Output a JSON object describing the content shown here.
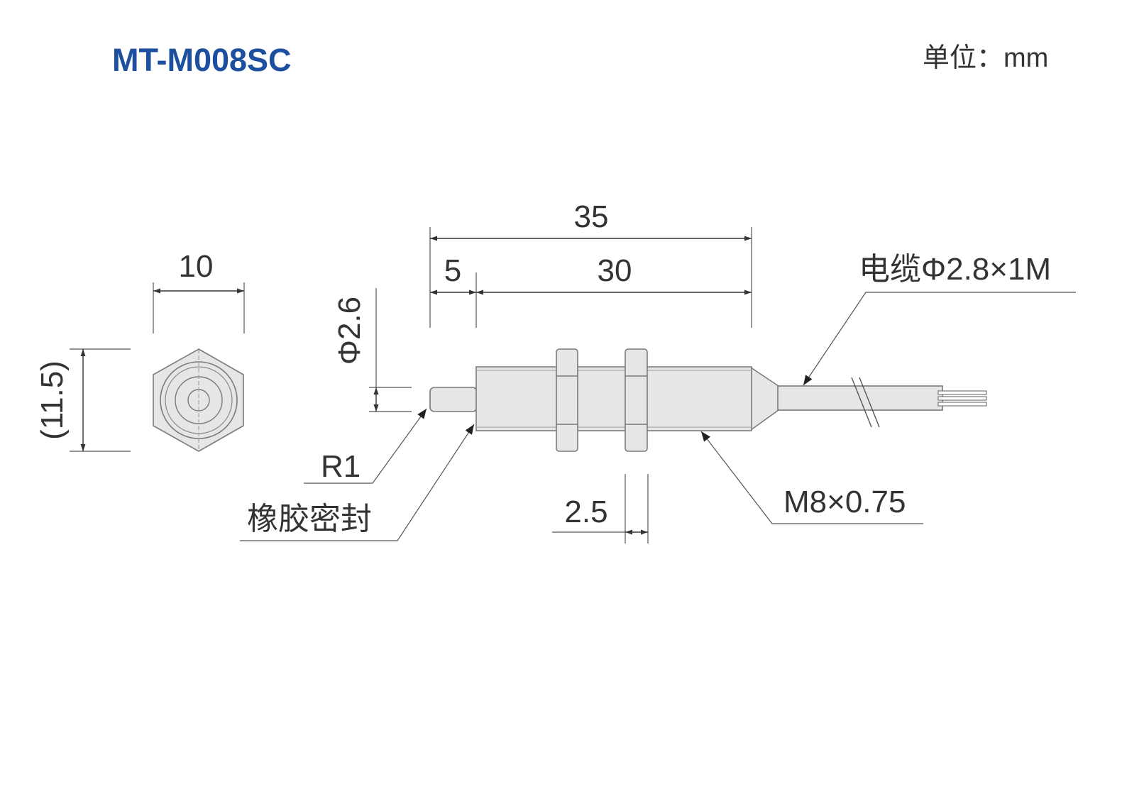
{
  "header": {
    "title": "MT-M008SC",
    "unit_label": "单位：mm",
    "title_color": "#1c4f9f"
  },
  "front_view": {
    "width_label": "10",
    "height_label": "(11.5)"
  },
  "side_view": {
    "total_length_label": "35",
    "tip_length_label": "5",
    "body_length_label": "30",
    "tip_diameter_label": "Φ2.6",
    "nut_thickness_label": "2.5"
  },
  "callouts": {
    "cable_label": "电缆Φ2.8×1M",
    "radius_label": "R1",
    "seal_label": "橡胶密封",
    "thread_label": "M8×0.75"
  }
}
